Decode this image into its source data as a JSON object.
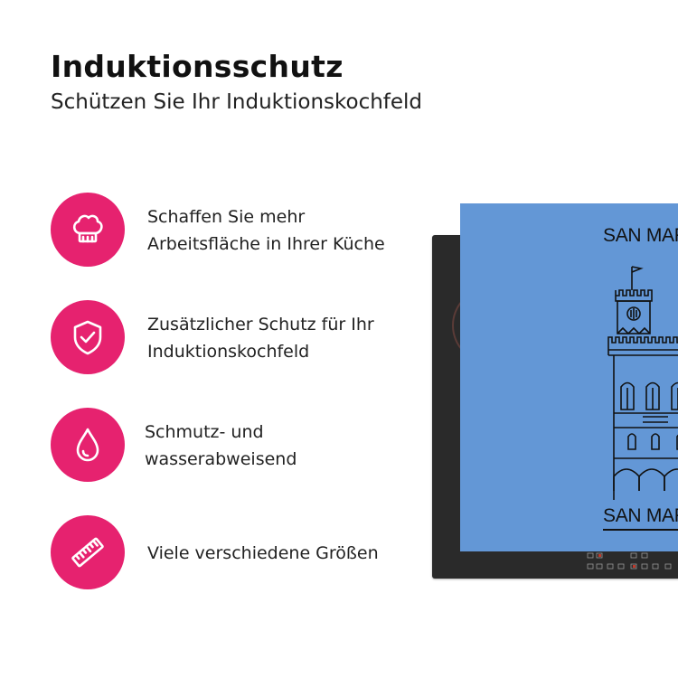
{
  "header": {
    "title": "Induktionsschutz",
    "subtitle": "Schützen Sie Ihr Induktionskochfeld"
  },
  "features": [
    {
      "icon": "chef-hat-icon",
      "lines": [
        "Schaffen Sie mehr",
        "Arbeitsfläche in Ihrer Küche"
      ]
    },
    {
      "icon": "shield-check-icon",
      "lines": [
        "Zusätzlicher Schutz für Ihr",
        "Induktionskochfeld"
      ]
    },
    {
      "icon": "water-drop-icon",
      "lines": [
        "Schmutz- und",
        "wasserabweisend"
      ]
    },
    {
      "icon": "ruler-icon",
      "lines": [
        "Viele verschiedene Größen"
      ]
    }
  ],
  "product": {
    "cover_text_top": "SAN MARINO",
    "cover_text_bottom": "SAN MARINO",
    "cover_color": "#6397d6"
  },
  "colors": {
    "accent": "#e6226f"
  }
}
